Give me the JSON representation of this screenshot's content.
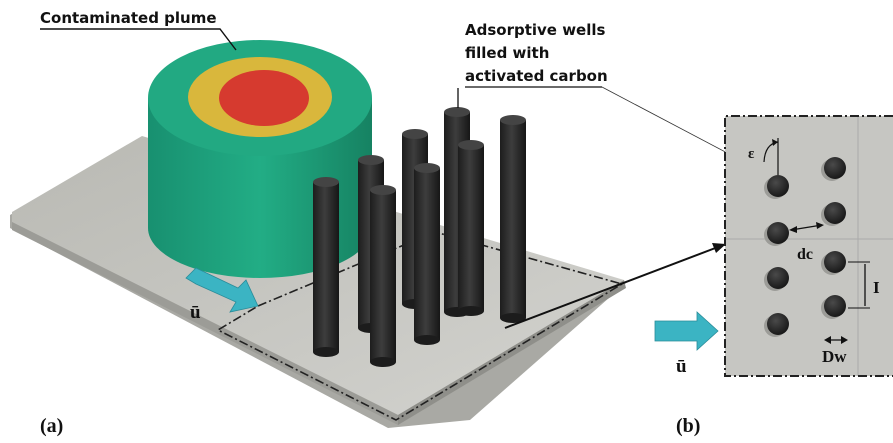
{
  "figure": {
    "panel_a": {
      "label": "(a)",
      "plume_label": "Contaminated plume",
      "wells_label_lines": [
        "Adsorptive wells",
        "filled with",
        "activated carbon"
      ],
      "flow_label": "ū"
    },
    "panel_b": {
      "label": "(b)",
      "angle_symbol": "ε",
      "spacing_label": "dc",
      "row_spacing_label": "I",
      "diameter_label": "Dw",
      "flow_label": "ū"
    },
    "colors": {
      "plume_outer": "#1fa37d",
      "plume_middle": "#d7b53a",
      "plume_core": "#d83a2f",
      "ground": "#c7c7c2",
      "well": "#2e2e2e",
      "flow_arrow": "#39b3c2"
    }
  }
}
